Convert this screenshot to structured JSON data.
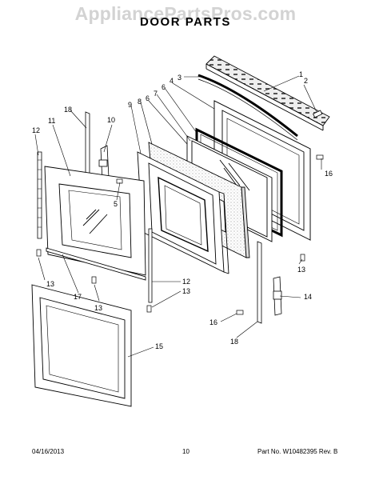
{
  "watermark": "AppliancePartsPros.com",
  "title": "DOOR PARTS",
  "callouts": {
    "c1": "1",
    "c2": "2",
    "c3": "3",
    "c4": "4",
    "c5": "5",
    "c6a": "6",
    "c6b": "6",
    "c7": "7",
    "c8": "8",
    "c9": "9",
    "c10": "10",
    "c11": "11",
    "c12a": "12",
    "c12b": "12",
    "c13a": "13",
    "c13b": "13",
    "c13c": "13",
    "c13d": "13",
    "c14": "14",
    "c15": "15",
    "c16a": "16",
    "c16b": "16",
    "c17": "17",
    "c18a": "18",
    "c18b": "18"
  },
  "footer": {
    "date": "04/16/2013",
    "page": "10",
    "part_number": "Part No. W10482395  Rev. B"
  }
}
